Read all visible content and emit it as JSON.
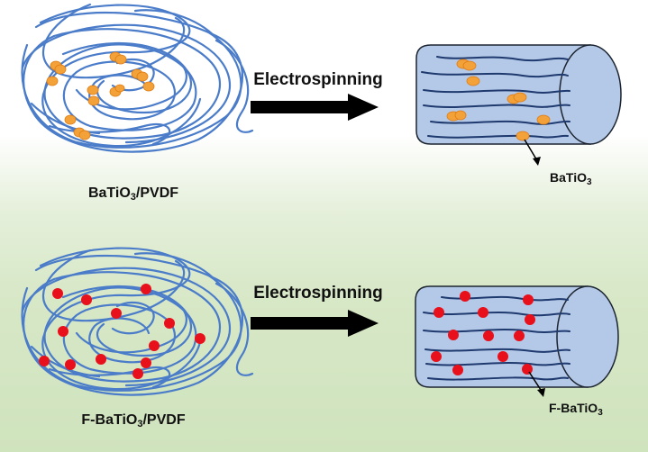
{
  "rows": [
    {
      "material_label": "BaTiO3/PVDF",
      "material_label_main": "BaTiO",
      "material_label_sub": "3",
      "material_label_tail": "/PVDF",
      "process_label": "Electrospinning",
      "callout_main": "BaTiO",
      "callout_sub": "3",
      "callout_label": "BaTiO3",
      "particle_color": "#f3a23a"
    },
    {
      "material_label": "F-BaTiO3/PVDF",
      "material_label_main": "F-BaTiO",
      "material_label_sub": "3",
      "material_label_tail": "/PVDF",
      "process_label": "Electrospinning",
      "callout_main": "F-BaTiO",
      "callout_sub": "3",
      "callout_label": "F-BaTiO3",
      "particle_color": "#e8101a"
    }
  ],
  "colors": {
    "fiber": "#4a7cc9",
    "cylinder_fill": "#b4c8e8",
    "cylinder_stroke": "#1c2430",
    "inner_fiber": "#1f3a6e",
    "arrow": "#000000"
  }
}
